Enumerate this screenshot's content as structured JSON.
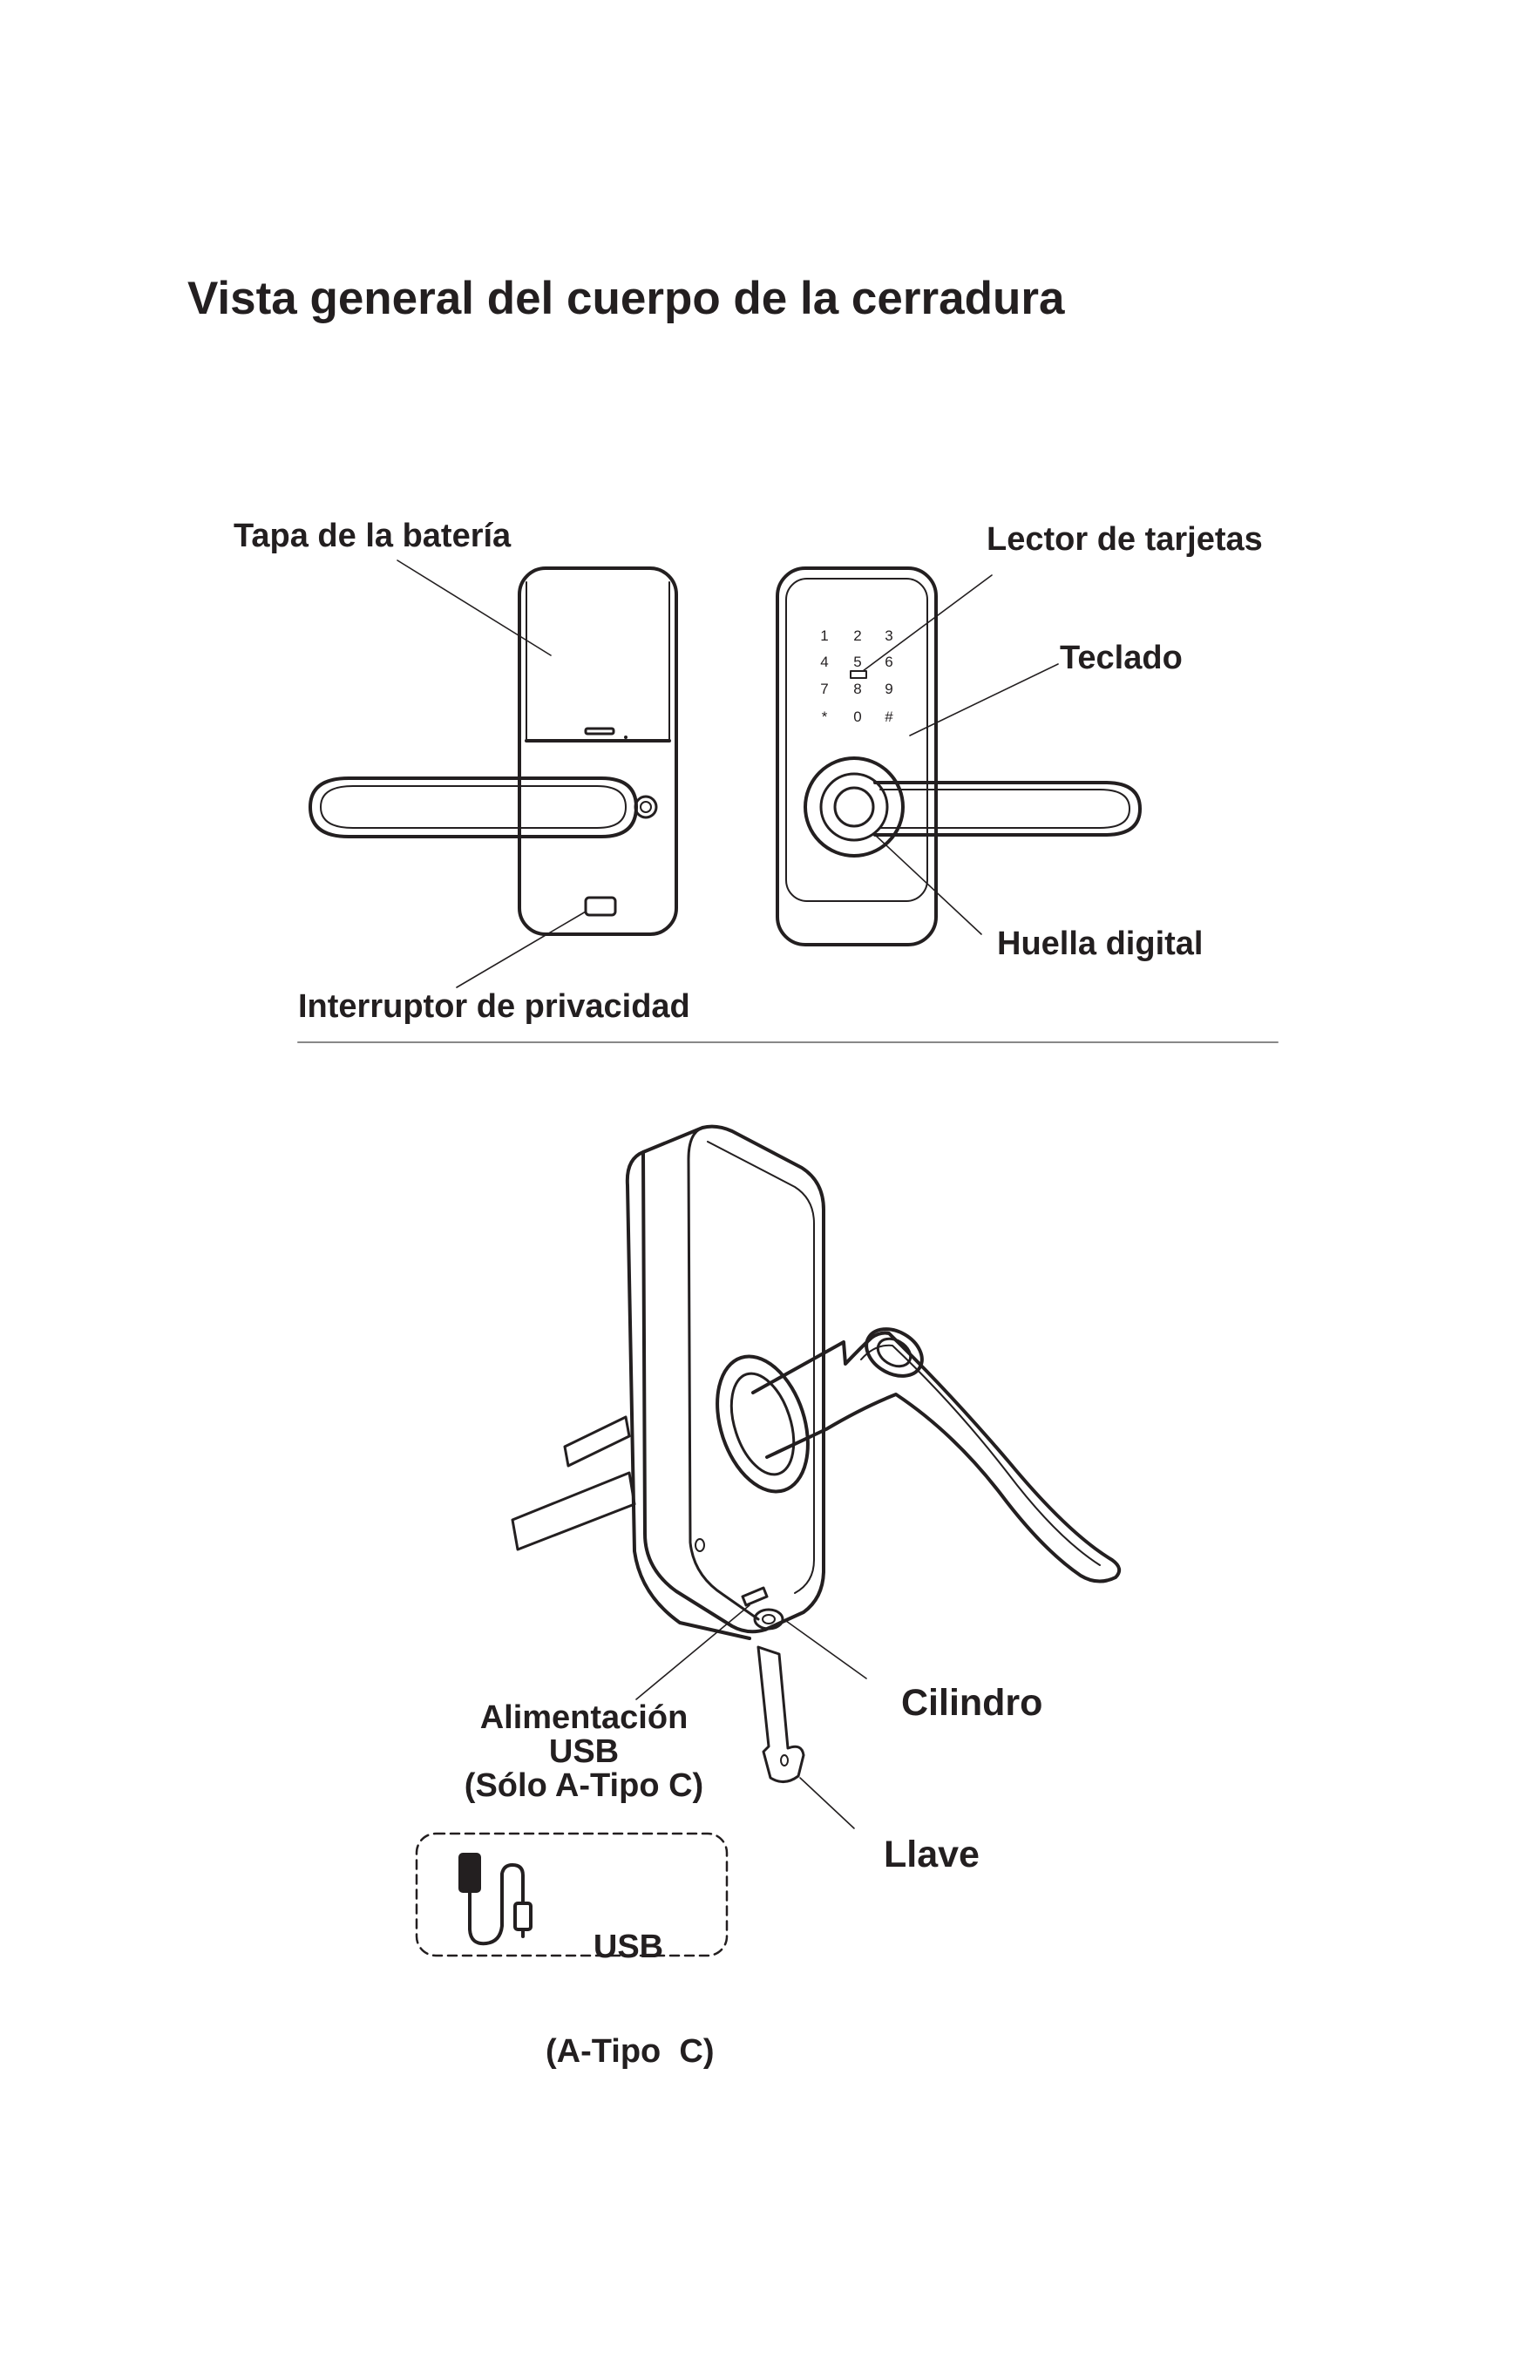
{
  "page_title": "Vista general del cuerpo de la cerradura",
  "front_view": {
    "battery_cover_label": "Tapa de la batería",
    "privacy_switch_label": "Interruptor de privacidad"
  },
  "back_view": {
    "card_reader_label": "Lector de tarjetas",
    "keypad_label": "Teclado",
    "fingerprint_label": "Huella digital",
    "keypad_keys": [
      "1",
      "2",
      "3",
      "4",
      "5",
      "6",
      "7",
      "8",
      "9",
      "*",
      "0",
      "#"
    ]
  },
  "perspective_view": {
    "usb_power_label_line1": "Alimentación",
    "usb_power_label_line2": "USB",
    "usb_power_label_line3": "(Sólo A-Tipo C)",
    "cylinder_label": "Cilindro",
    "key_label": "Llave",
    "accessory_label_line1": "USB",
    "accessory_label_line2": "(A-Tipo  C)"
  },
  "icons": [
    "usb-cable-icon",
    "key-icon"
  ]
}
